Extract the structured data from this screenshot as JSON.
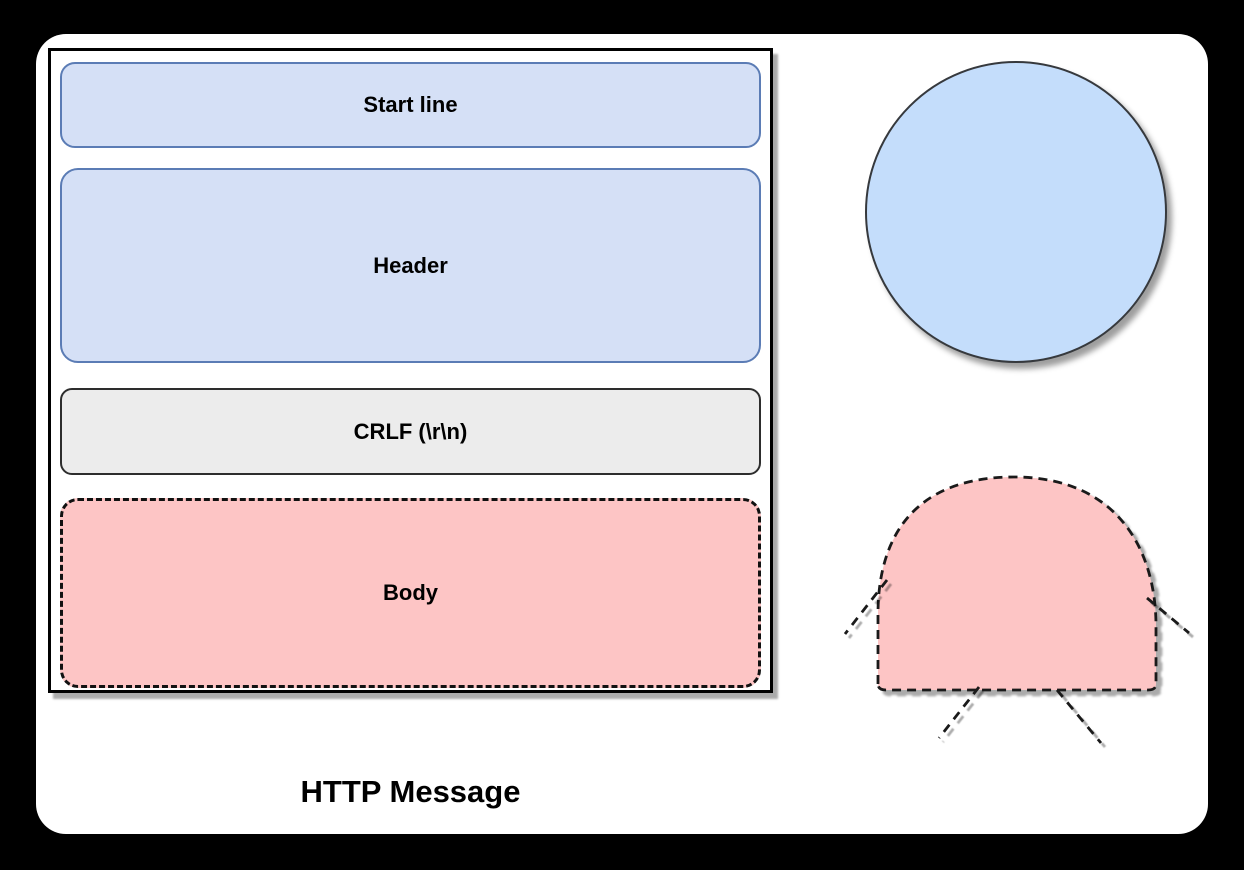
{
  "diagram": {
    "caption": "HTTP Message",
    "message_box": {
      "segments": [
        {
          "id": "start-line",
          "label": "Start line",
          "style": "blue-solid"
        },
        {
          "id": "header",
          "label": "Header",
          "style": "blue-solid"
        },
        {
          "id": "crlf",
          "label": "CRLF (\\r\\n)",
          "style": "gray-solid"
        },
        {
          "id": "body",
          "label": "Body",
          "style": "pink-dashed"
        }
      ]
    },
    "figures": {
      "circle": "light-blue-circle",
      "dome": "pink-dashed-dome-with-legs",
      "dome_leg_count": 4
    }
  },
  "colors": {
    "page-bg": "#000000",
    "card-bg": "#ffffff",
    "box-border": "#000000",
    "text": "#000000",
    "segment-blue-fill": "#d5e0f6",
    "segment-blue-border": "#5b7cb5",
    "segment-gray-fill": "#ececec",
    "segment-gray-border": "#2d2d2d",
    "segment-pink-fill": "#fdc5c5",
    "segment-pink-border": "#111111",
    "circle-fill": "#c4ddfb",
    "circle-border": "#36393d",
    "dome-fill": "#fdc5c5",
    "dome-border": "#1a1a1a"
  }
}
